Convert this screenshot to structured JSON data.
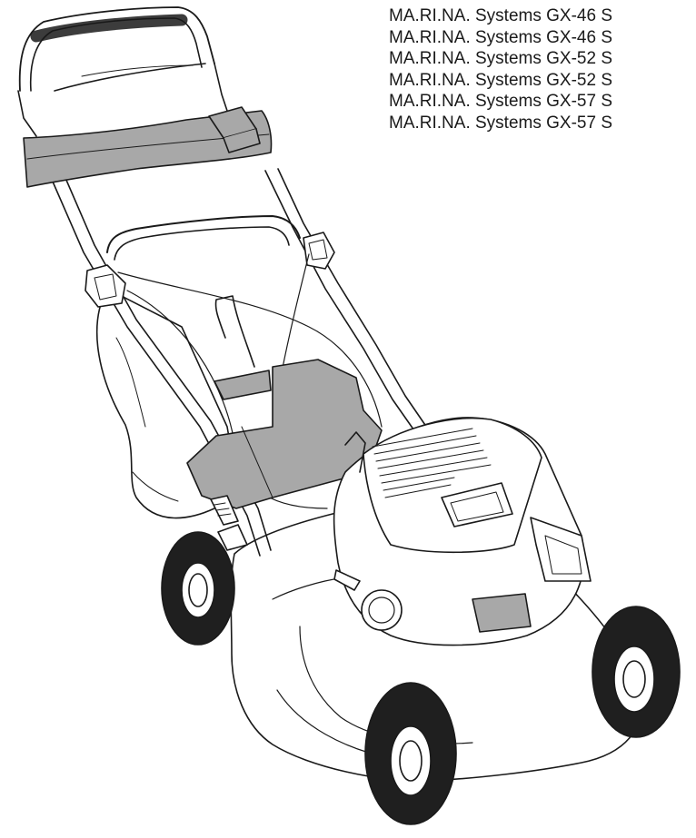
{
  "document": {
    "model_lines": [
      "MA.RI.NA. Systems GX-46 S",
      "MA.RI.NA. Systems GX-46 S",
      "MA.RI.NA. Systems GX-52 S",
      "MA.RI.NA. Systems GX-52 S",
      "MA.RI.NA. Systems GX-57 S",
      "MA.RI.NA. Systems GX-57 S"
    ],
    "illustration": {
      "subject": "lawn-mower",
      "colors": {
        "line": "#1a1a1a",
        "highlight_fill": "#a8a8a8",
        "tire": "#1f1f1f",
        "hub": "#ffffff"
      }
    }
  }
}
